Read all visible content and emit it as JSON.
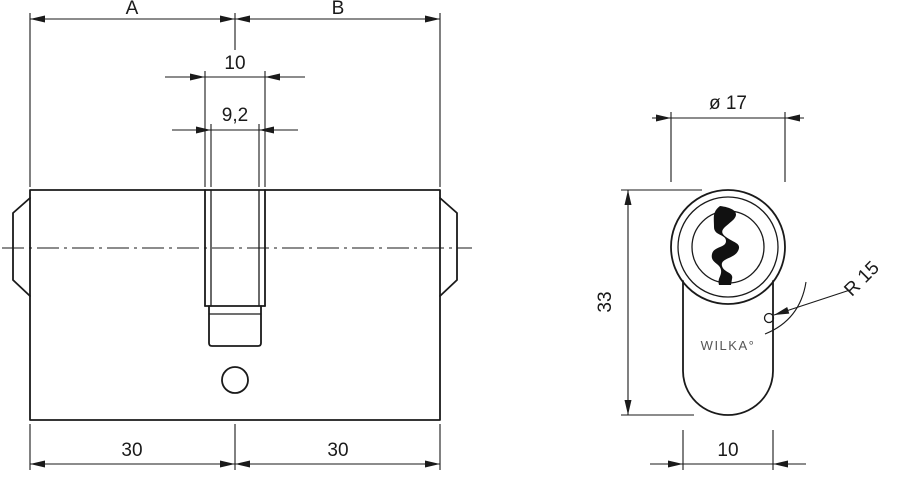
{
  "drawing": {
    "brand_label": "WILKA°",
    "dims": {
      "a": "A",
      "b": "B",
      "cam_width": "10",
      "cam_inner": "9,2",
      "left_half": "30",
      "right_half": "30",
      "diameter": "ø 17",
      "height": "33",
      "radius": "R 15",
      "body_width": "10"
    },
    "colors": {
      "line": "#1a1a1a",
      "background": "#ffffff",
      "keyway": "#111111",
      "brand_text": "#555555"
    }
  }
}
